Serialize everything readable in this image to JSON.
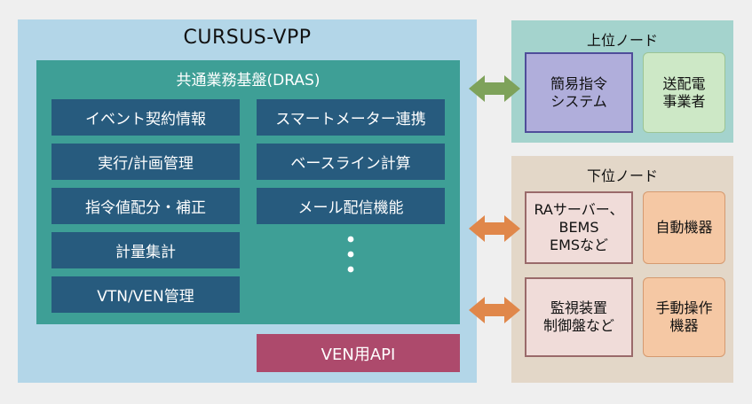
{
  "vpp": {
    "title": "CURSUS-VPP"
  },
  "dras": {
    "title": "共通業務基盤(DRAS)",
    "left_functions": [
      "イベント契約情報",
      "実行/計画管理",
      "指令値配分・補正",
      "計量集計",
      "VTN/VEN管理"
    ],
    "right_functions": [
      "スマートメーター連携",
      "ベースライン計算",
      "メール配信機能"
    ],
    "ellipsis": "⋮"
  },
  "api": {
    "label": "VEN用API"
  },
  "upper_node": {
    "title": "上位ノード",
    "boxes": [
      "簡易指令\nシステム",
      "送配電\n事業者"
    ]
  },
  "lower_node": {
    "title": "下位ノード",
    "boxes": [
      "RAサーバー、\nBEMS\nEMSなど",
      "自動機器",
      "監視装置\n制御盤など",
      "手動操作\n機器"
    ]
  },
  "colors": {
    "vpp_bg": "#b3d6e8",
    "dras_bg": "#3e9f96",
    "function_box": "#275b7e",
    "api_box": "#ad4a6c",
    "upper_bg": "#a4d3cd",
    "lower_bg": "#e3d7c8",
    "arrow_upper": "#7ea25a",
    "arrow_lower": "#e0874a"
  },
  "icons": {
    "arrow_upper": "double-arrow-icon",
    "arrow_lower": "double-arrow-icon"
  }
}
